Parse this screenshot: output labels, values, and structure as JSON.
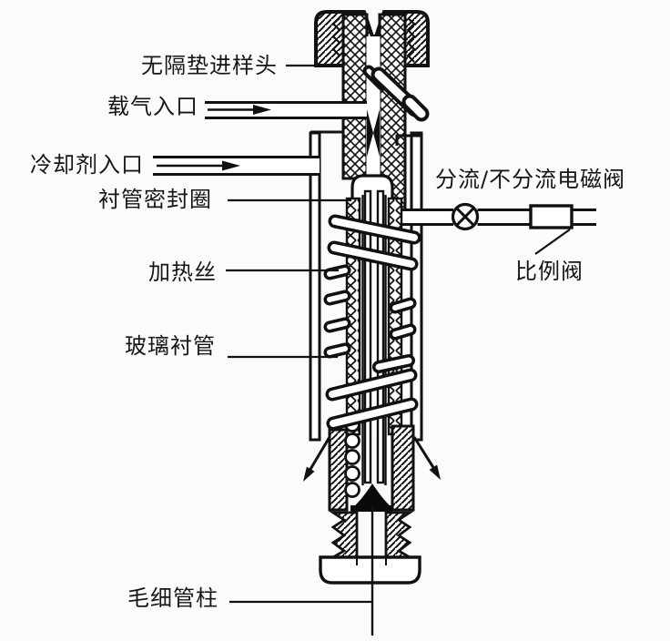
{
  "diagram": {
    "type": "gc-split-splitless-injector-cross-section",
    "labels": {
      "septum_free_inlet_head": "无隔垫进样头",
      "carrier_gas_inlet": "载气入口",
      "coolant_inlet": "冷却剂入口",
      "liner_seal_ring": "衬管密封圈",
      "heating_wire": "加热丝",
      "glass_liner": "玻璃衬管",
      "split_splitless_solenoid_valve": "分流/不分流电磁阀",
      "proportional_valve": "比例阀",
      "capillary_column": "毛细管柱"
    },
    "colors": {
      "line": "#111111",
      "background": "#fbfbfb",
      "fill": "#ffffff",
      "ferrule": "#0a0a0a"
    }
  }
}
